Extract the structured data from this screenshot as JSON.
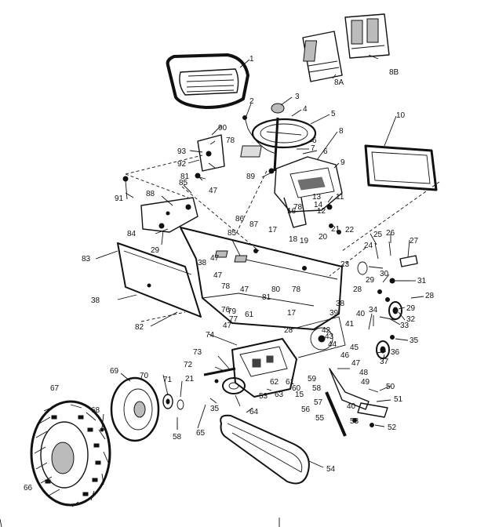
{
  "callouts": {
    "seat": "1",
    "hex_screw": "2",
    "cap": "3",
    "nut_4": "4",
    "steering_wheel": "5",
    "collar_6a": "6",
    "collar_6b": "6",
    "washer_7": "7",
    "bushing_8": "8",
    "decal_8a": "8A",
    "decal_8b": "8B",
    "dash_panel": "9",
    "rear_panel_10": "10",
    "pin_11": "11",
    "nut_12": "12",
    "bolt_13": "13",
    "washer_14": "14",
    "bolt_15": "15",
    "bolt_16": "16",
    "clip_17a": "17",
    "clip_17b": "17",
    "bolt_18": "18",
    "screw_19": "19",
    "nut_20": "20",
    "lock_21a": "21",
    "lock_21b": "21",
    "clip_22": "22",
    "clip_23": "23",
    "pin_24": "24",
    "clip_25": "25",
    "pin_26": "26",
    "plate_27": "27",
    "washer_28a": "28",
    "washer_28b": "28",
    "washer_28c": "28",
    "nut_29a": "29",
    "nut_29b": "29",
    "nut_29c": "29",
    "pin_30": "30",
    "bolt_31": "31",
    "pulley_32": "32",
    "spacer_33": "33",
    "bolt_34": "34",
    "screw_35a": "35",
    "screw_35b": "35",
    "washer_36": "36",
    "pulley_37": "37",
    "panel_38a": "38",
    "bolt_38b": "38",
    "bolt_38c": "38",
    "bolt_39": "39",
    "spring_40a": "40",
    "bracket_40b": "40",
    "nut_41": "41",
    "bolt_42": "42",
    "nut_43": "43",
    "washer_44": "44",
    "clip_45": "45",
    "spring_46": "46",
    "washer_47a": "47",
    "washer_47b": "47",
    "washer_47c": "47",
    "washer_47d": "47",
    "washer_47e": "47",
    "washer_47f": "47",
    "pin_48": "48",
    "spring_49": "49",
    "bolt_50": "50",
    "spacer_51": "51",
    "nut_52": "52",
    "washer_53a": "53",
    "washer_53b": "53",
    "belt_54": "54",
    "shaft_55": "55",
    "arm_56": "56",
    "bolt_57": "57",
    "spacer_58a": "58",
    "spacer_58b": "58",
    "nut_59": "59",
    "pulley_60": "60",
    "belt_guide_61a": "61",
    "belt_guide_61b": "61",
    "nut_62": "62",
    "transaxle_63": "63",
    "pulley_64": "64",
    "bracket_65": "65",
    "hub_cap_66": "66",
    "tire_67": "67",
    "valve_68": "68",
    "rim_69": "69",
    "bearing_70": "70",
    "washer_71": "71",
    "key_72": "72",
    "bolt_73": "73",
    "axle_74": "74",
    "nut_76": "76",
    "nut_77": "77",
    "screw_78a": "78",
    "screw_78b": "78",
    "screw_78c": "78",
    "screw_78d": "78",
    "washer_79": "79",
    "screw_80": "80",
    "screw_81a": "81",
    "screw_81b": "81",
    "fender_82": "82",
    "fender_83": "83",
    "clip_84": "84",
    "screw_85a": "85",
    "screw_85b": "85",
    "screw_86": "86",
    "plate_87": "87",
    "bracket_88": "88",
    "bolt_89": "89",
    "bracket_90": "90",
    "bolt_91": "91",
    "nut_92": "92",
    "nut_93": "93"
  }
}
